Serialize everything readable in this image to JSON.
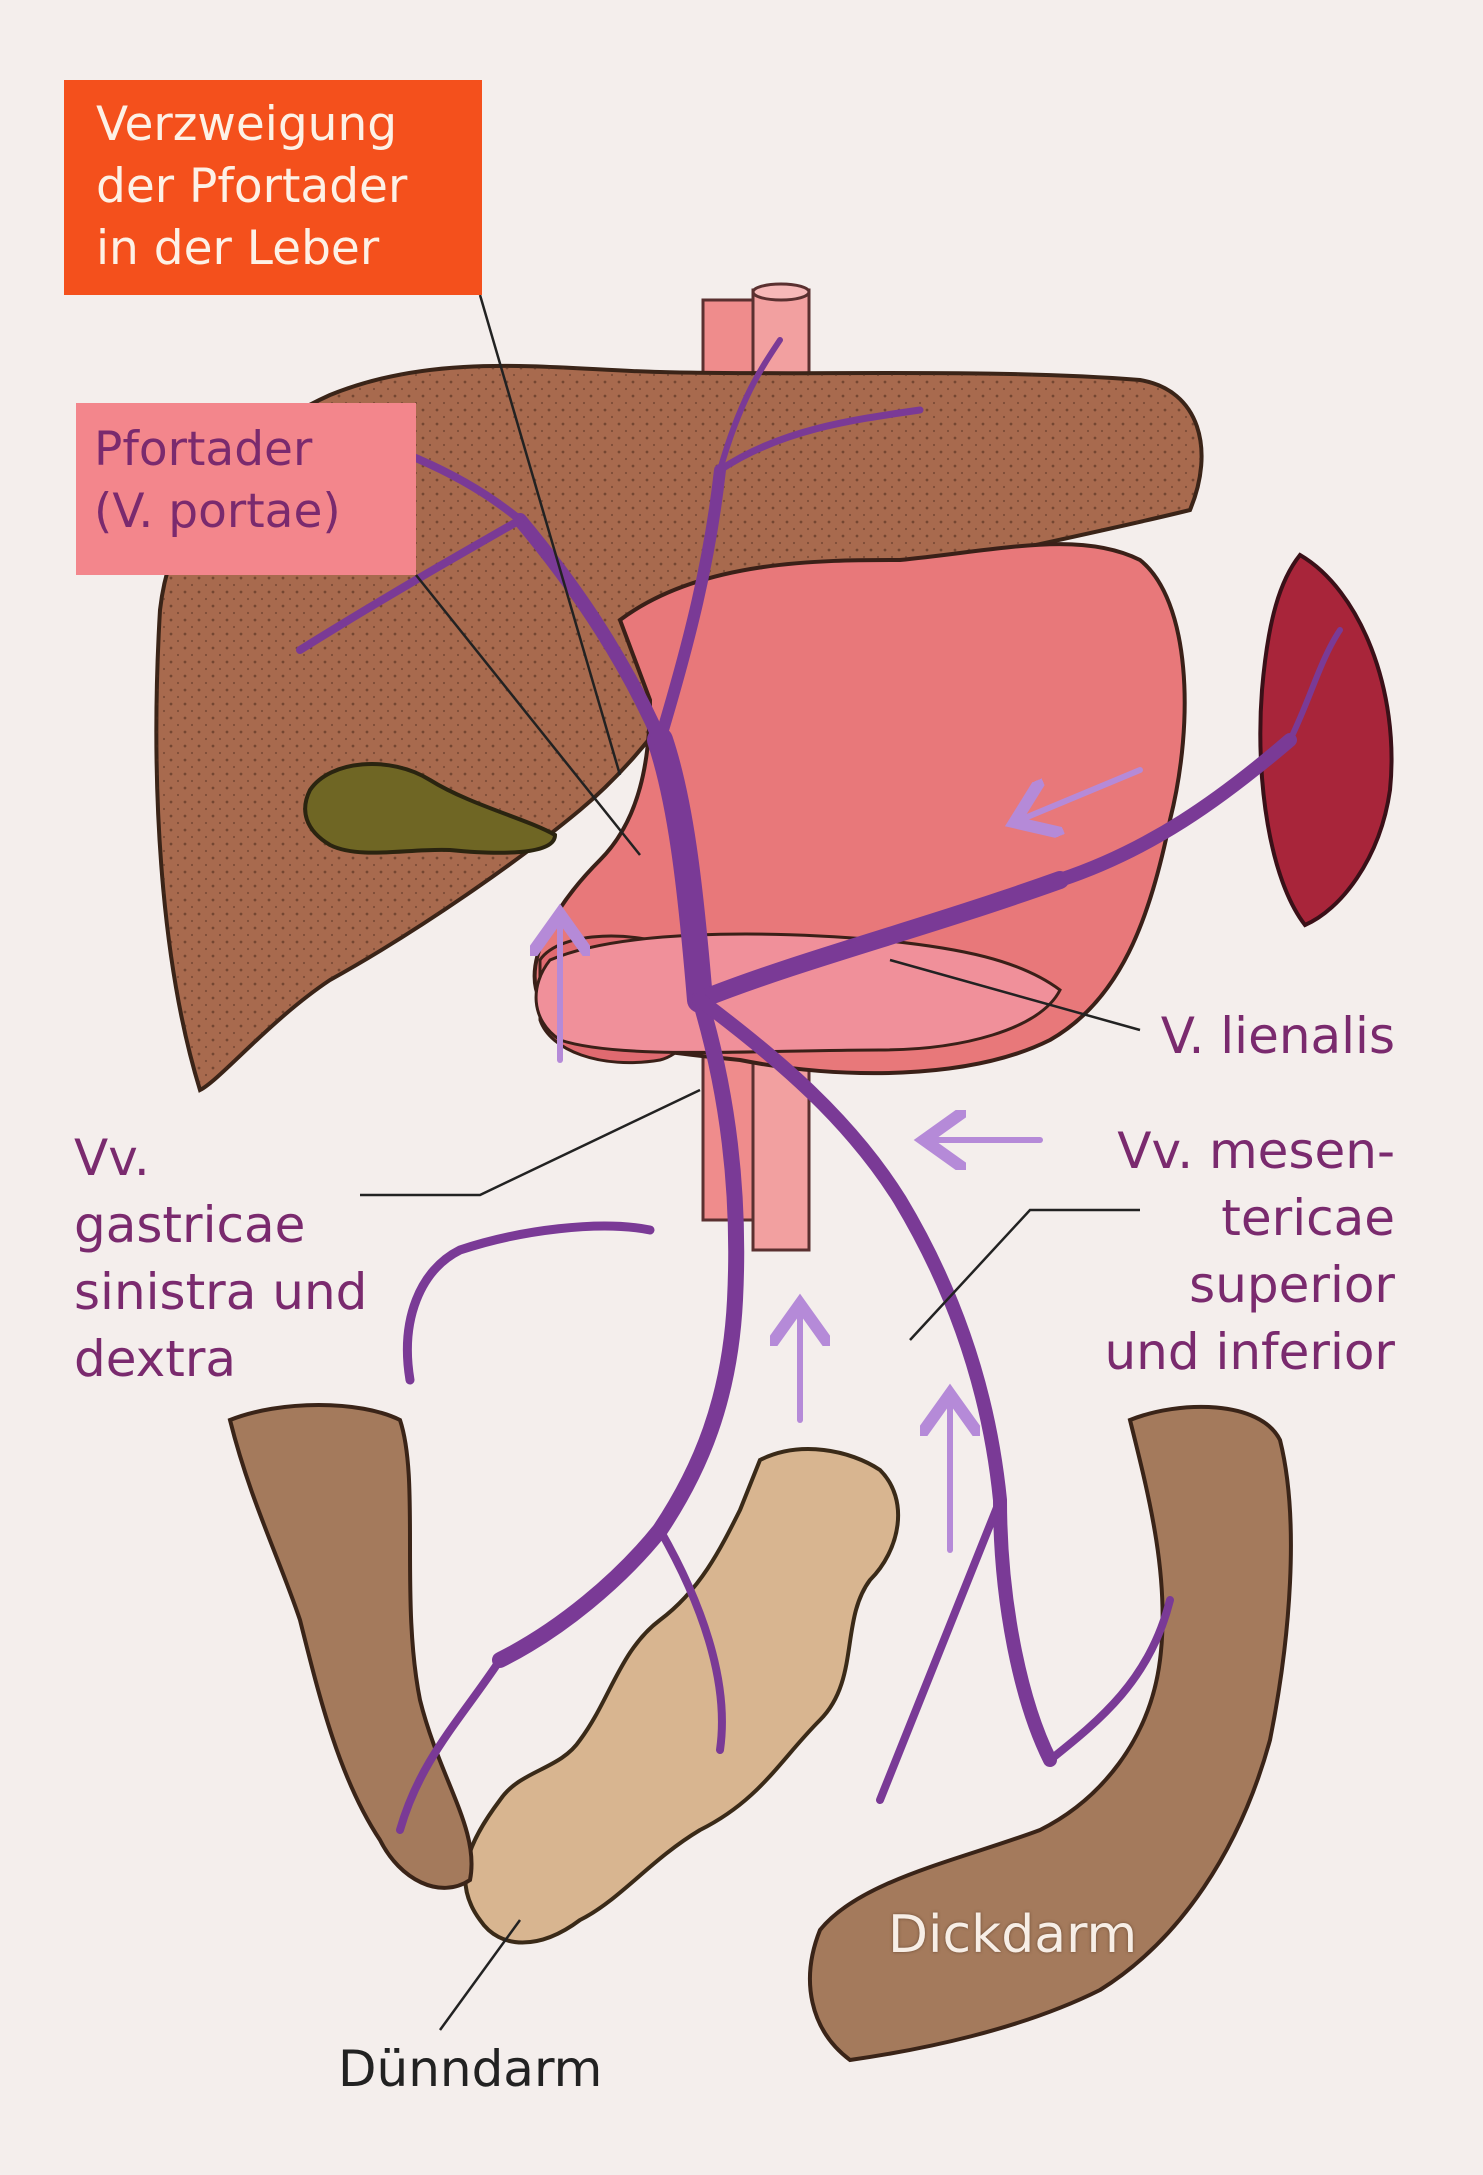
{
  "labels": {
    "verzweigung": "Verzweigung\nder Pfortader\nin der Leber",
    "pfortader": "Pfortader\n(V. portae)",
    "lienalis": "V. lienalis",
    "gastricae": "Vv.\ngastricae\nsinistra und\ndextra",
    "mesentericae": "Vv. mesen-\ntericae\nsuperior\nund inferior",
    "duenndarm": "Dünndarm",
    "dickdarm": "Dickdarm"
  },
  "colors": {
    "background": "#f4eeec",
    "liver": "#a86a4e",
    "stomach": "#e8787a",
    "spleen": "#a8253a",
    "aorta": "#ef8c8c",
    "gallbladder": "#6f6624",
    "small_intestine": "#d8b590",
    "large_intestine": "#a47a5c",
    "vein": "#7a3a96",
    "arrow": "#b58ad8",
    "label_text": "#7a2a6e",
    "highlight_box": "#f4501c",
    "pink_box": "#f3868c"
  }
}
